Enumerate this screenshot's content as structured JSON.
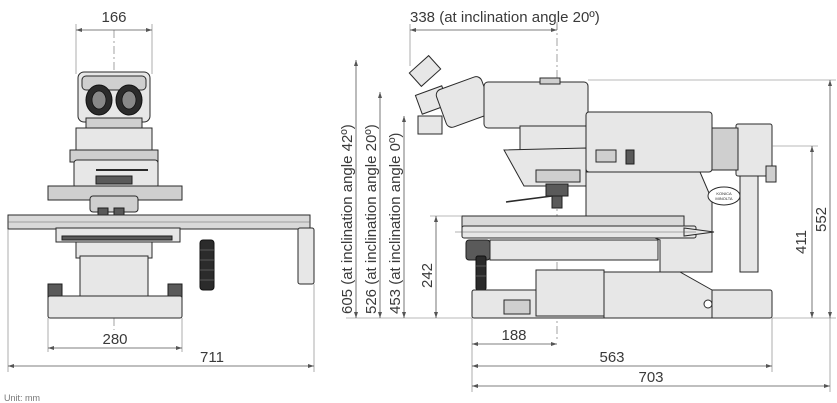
{
  "dimensions": {
    "front_width_top": "166",
    "front_base_width": "280",
    "front_overall_width": "711",
    "side_eyepiece_offset": "338 (at inclination angle 20º)",
    "side_height_42": "605 (at inclination angle 42º)",
    "side_height_20": "526 (at inclination angle 20º)",
    "side_height_0": "453 (at inclination angle 0º)",
    "side_stage_height": "242",
    "side_front_offset": "188",
    "side_depth_body": "563",
    "side_overall_depth": "703",
    "side_height_arm": "411",
    "side_height_total": "552"
  },
  "unit_note": "Unit: mm",
  "logo_text": "KONICA MINOLTA"
}
